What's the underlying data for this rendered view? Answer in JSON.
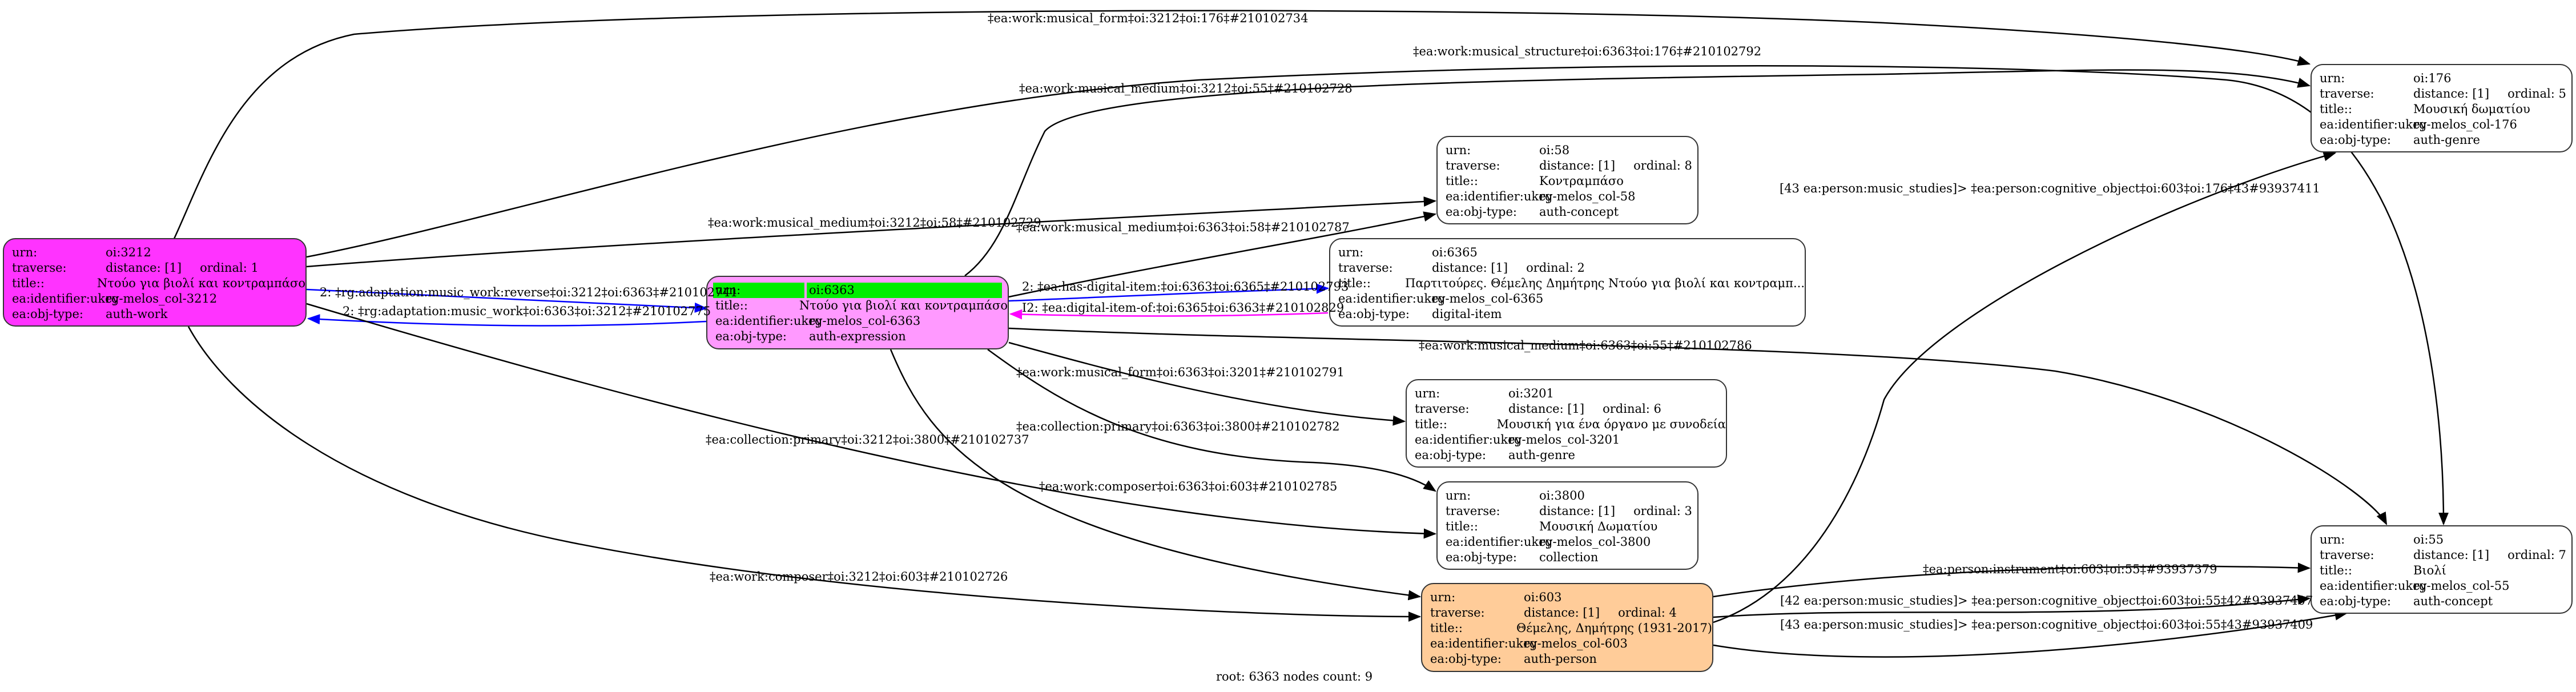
{
  "graph": {
    "separator": "‡",
    "nodes": [
      {
        "id": "oi:3212",
        "urn": "oi:3212",
        "traverse_distance": "distance: [1]",
        "traverse_ordinal": "ordinal: 1",
        "title": "Ντούο για βιολί και κοντραμπάσο",
        "ukey": "rg-melos_col-3212",
        "obj_type": "auth-work",
        "fill": "#ff33ff",
        "is_root": false
      },
      {
        "id": "oi:6363",
        "urn": "oi:6363",
        "traverse_distance": null,
        "traverse_ordinal": null,
        "title": "Ντούο για βιολί και κοντραμπάσο",
        "ukey": "rg-melos_col-6363",
        "obj_type": "auth-expression",
        "fill": "#ff99ff",
        "is_root": true,
        "highlight": "#00ee00"
      },
      {
        "id": "oi:58",
        "urn": "oi:58",
        "traverse_distance": "distance: [1]",
        "traverse_ordinal": "ordinal: 8",
        "title": "Κοντραμπάσο",
        "ukey": "rg-melos_col-58",
        "obj_type": "auth-concept",
        "fill": "#ffffff",
        "is_root": false
      },
      {
        "id": "oi:6365",
        "urn": "oi:6365",
        "traverse_distance": "distance: [1]",
        "traverse_ordinal": "ordinal: 2",
        "title": "Παρτιτούρες. Θέμελης Δημήτρης Ντούο για βιολί και κοντραμπ...",
        "ukey": "rg-melos_col-6365",
        "obj_type": "digital-item",
        "fill": "#ffffff",
        "is_root": false
      },
      {
        "id": "oi:3201",
        "urn": "oi:3201",
        "traverse_distance": "distance: [1]",
        "traverse_ordinal": "ordinal: 6",
        "title": "Μουσική για ένα όργανο με συνοδεία",
        "ukey": "rg-melos_col-3201",
        "obj_type": "auth-genre",
        "fill": "#ffffff",
        "is_root": false
      },
      {
        "id": "oi:3800",
        "urn": "oi:3800",
        "traverse_distance": "distance: [1]",
        "traverse_ordinal": "ordinal: 3",
        "title": "Μουσική Δωματίου",
        "ukey": "rg-melos_col-3800",
        "obj_type": "collection",
        "fill": "#ffffff",
        "is_root": false
      },
      {
        "id": "oi:603",
        "urn": "oi:603",
        "traverse_distance": "distance: [1]",
        "traverse_ordinal": "ordinal: 4",
        "title": "Θέμελης, Δημήτρης (1931-2017)",
        "ukey": "rg-melos_col-603",
        "obj_type": "auth-person",
        "fill": "#ffcc99",
        "is_root": false
      },
      {
        "id": "oi:176",
        "urn": "oi:176",
        "traverse_distance": "distance: [1]",
        "traverse_ordinal": "ordinal: 5",
        "title": "Μουσική δωματίου",
        "ukey": "rg-melos_col-176",
        "obj_type": "auth-genre",
        "fill": "#ffffff",
        "is_root": false
      },
      {
        "id": "oi:55",
        "urn": "oi:55",
        "traverse_distance": "distance: [1]",
        "traverse_ordinal": "ordinal: 7",
        "title": "Βιολί",
        "ukey": "rg-melos_col-55",
        "obj_type": "auth-concept",
        "fill": "#ffffff",
        "is_root": false
      }
    ],
    "field_labels": {
      "urn": "urn:",
      "traverse": "traverse:",
      "title": "title::",
      "ukey": "ea:identifier:ukey",
      "obj_type": "ea:obj-type:"
    },
    "edges": [
      {
        "from": "oi:3212",
        "to": "oi:176",
        "label": "‡ea:work:musical_form‡oi:3212‡oi:176‡#210102734",
        "color": "#000000"
      },
      {
        "from": "oi:3212",
        "to": "oi:55",
        "label": "‡ea:work:musical_medium‡oi:3212‡oi:55‡#210102728",
        "color": "#000000"
      },
      {
        "from": "oi:6363",
        "to": "oi:176",
        "label": "‡ea:work:musical_structure‡oi:6363‡oi:176‡#210102792",
        "color": "#000000"
      },
      {
        "from": "oi:3212",
        "to": "oi:58",
        "label": "‡ea:work:musical_medium‡oi:3212‡oi:58‡#210102729",
        "color": "#000000"
      },
      {
        "from": "oi:6363",
        "to": "oi:58",
        "label": "‡ea:work:musical_medium‡oi:6363‡oi:58‡#210102787",
        "color": "#000000"
      },
      {
        "from": "oi:3212",
        "to": "oi:6363",
        "label": "2: ‡rg:adaptation:music_work:reverse‡oi:3212‡oi:6363‡#210102741",
        "color": "#0000ff"
      },
      {
        "from": "oi:6363",
        "to": "oi:3212",
        "label": "2: ‡rg:adaptation:music_work‡oi:6363‡oi:3212‡#210102775",
        "color": "#0000ff"
      },
      {
        "from": "oi:6363",
        "to": "oi:6365",
        "label": "2: ‡ea:has-digital-item:‡oi:6363‡oi:6365‡#210102793",
        "color": "#0000ff"
      },
      {
        "from": "oi:6365",
        "to": "oi:6363",
        "label": "I2: ‡ea:digital-item-of:‡oi:6365‡oi:6363‡#210102829",
        "color": "#ff00ff"
      },
      {
        "from": "oi:6363",
        "to": "oi:55",
        "label": "‡ea:work:musical_medium‡oi:6363‡oi:55‡#210102786",
        "color": "#000000"
      },
      {
        "from": "oi:6363",
        "to": "oi:3201",
        "label": "‡ea:work:musical_form‡oi:6363‡oi:3201‡#210102791",
        "color": "#000000"
      },
      {
        "from": "oi:6363",
        "to": "oi:3800",
        "label": "‡ea:collection:primary‡oi:6363‡oi:3800‡#210102782",
        "color": "#000000"
      },
      {
        "from": "oi:3212",
        "to": "oi:3800",
        "label": "‡ea:collection:primary‡oi:3212‡oi:3800‡#210102737",
        "color": "#000000"
      },
      {
        "from": "oi:6363",
        "to": "oi:603",
        "label": "‡ea:work:composer‡oi:6363‡oi:603‡#210102785",
        "color": "#000000"
      },
      {
        "from": "oi:3212",
        "to": "oi:603",
        "label": "‡ea:work:composer‡oi:3212‡oi:603‡#210102726",
        "color": "#000000"
      },
      {
        "from": "oi:603",
        "to": "oi:176",
        "label": "[43 ea:person:music_studies]> ‡ea:person:cognitive_object‡oi:603‡oi:176‡43#93937411",
        "color": "#000000"
      },
      {
        "from": "oi:603",
        "to": "oi:55",
        "label": "‡ea:person:instrument‡oi:603‡oi:55‡#93937379",
        "color": "#000000"
      },
      {
        "from": "oi:603",
        "to": "oi:55",
        "label": "[42 ea:person:music_studies]> ‡ea:person:cognitive_object‡oi:603‡oi:55‡42#93937407",
        "color": "#000000"
      },
      {
        "from": "oi:603",
        "to": "oi:55",
        "label": "[43 ea:person:music_studies]> ‡ea:person:cognitive_object‡oi:603‡oi:55‡43#93937409",
        "color": "#000000"
      }
    ],
    "footer": "root: 6363 nodes count: 9"
  }
}
